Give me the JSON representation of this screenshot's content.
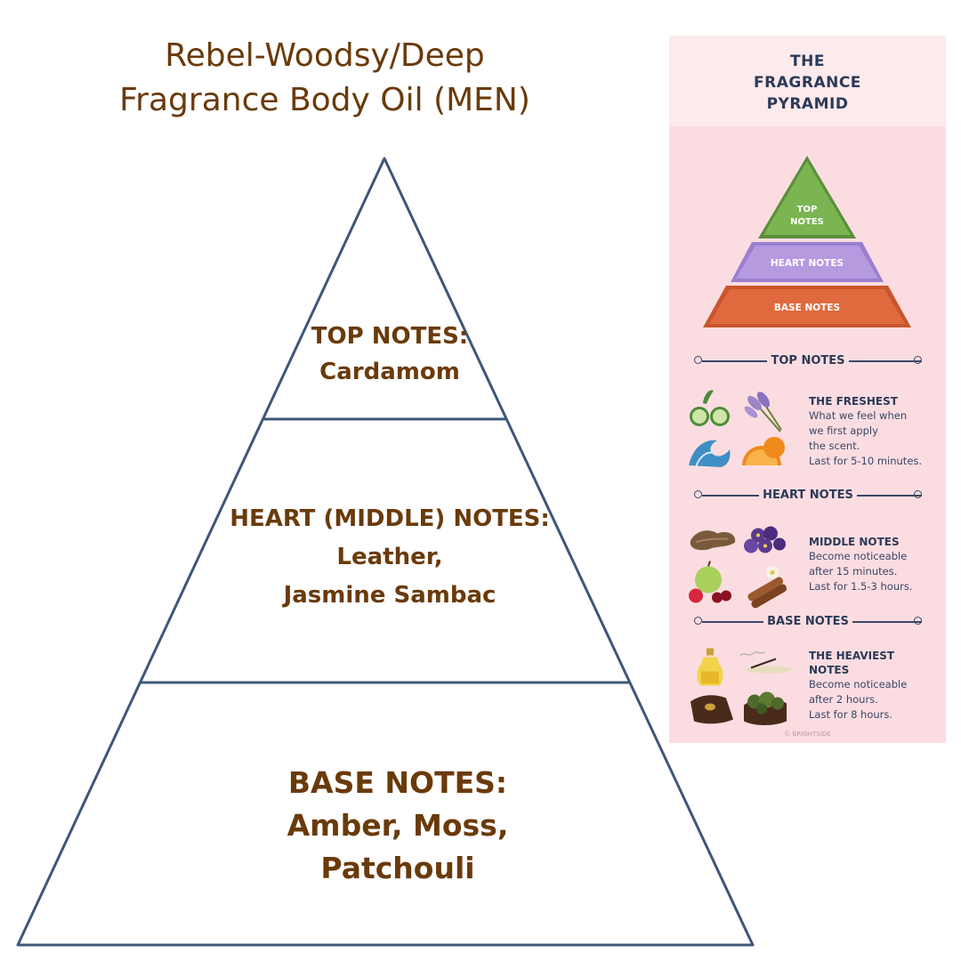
{
  "title": {
    "line1": "Rebel-Woodsy/Deep",
    "line2": "Fragrance Body Oil (MEN)"
  },
  "pyramid": {
    "top": {
      "heading": "TOP NOTES:",
      "notes": "Cardamom"
    },
    "heart": {
      "heading": "HEART (MIDDLE) NOTES:",
      "notes_line1": "Leather,",
      "notes_line2": "Jasmine Sambac"
    },
    "base": {
      "heading": "BASE NOTES:",
      "notes_line1": "Amber, Moss,",
      "notes_line2": "Patchouli"
    },
    "stroke_color": "#3d5878",
    "text_color": "#6a3a0a"
  },
  "infographic": {
    "title_line1": "THE",
    "title_line2": "FRAGRANCE",
    "title_line3": "PYRAMID",
    "mini_pyramid": {
      "top_line1": "TOP",
      "top_line2": "NOTES",
      "heart": "HEART NOTES",
      "base": "BASE NOTES",
      "colors": {
        "top": "#7ab552",
        "heart": "#b69ae0",
        "base": "#e06a3e"
      }
    },
    "sections": [
      {
        "header": "TOP NOTES",
        "heading": "THE FRESHEST",
        "lines": [
          "What we feel when",
          "we first apply",
          "the scent.",
          "Last for 5-10 minutes."
        ],
        "icons": [
          "cucumber-icon",
          "lavender-icon",
          "wave-icon",
          "orange-icon"
        ]
      },
      {
        "header": "HEART NOTES",
        "heading": "MIDDLE NOTES",
        "lines": [
          "Become noticeable",
          "after 15 minutes.",
          "Last for 1.5-3 hours."
        ],
        "icons": [
          "ginger-icon",
          "violet-icon",
          "fruit-icon",
          "cinnamon-icon"
        ]
      },
      {
        "header": "BASE NOTES",
        "heading_line1": "THE HEAVIEST",
        "heading_line2": "NOTES",
        "lines": [
          "Become noticeable",
          "after 2 hours.",
          "Last for 8 hours."
        ],
        "icons": [
          "oil-bottle-icon",
          "incense-icon",
          "wood-icon",
          "moss-icon"
        ]
      }
    ],
    "credit": "© BRIGHTSIDE"
  }
}
